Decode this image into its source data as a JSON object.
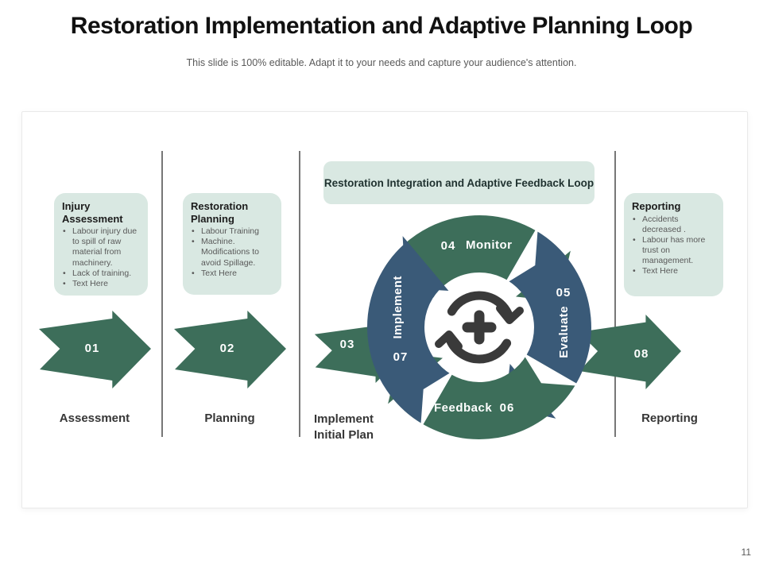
{
  "slide": {
    "title": "Restoration Implementation and Adaptive Planning Loop",
    "subtitle": "This slide is 100% editable. Adapt it to your needs and capture your audience's attention.",
    "page_number": "11"
  },
  "colors": {
    "green": "#3d6e5a",
    "blue": "#3a5a78",
    "mint": "#d9e8e2",
    "icon_dark": "#3a3a3a"
  },
  "boxes": {
    "injury": {
      "title": "Injury Assessment",
      "bullets": [
        "Labour injury due to spill of raw material from machinery.",
        "Lack of training.",
        "Text Here"
      ]
    },
    "planning": {
      "title": "Restoration Planning",
      "bullets": [
        "Labour Training",
        "Machine. Modifications to avoid Spillage.",
        "Text Here"
      ]
    },
    "reporting": {
      "title": "Reporting",
      "bullets": [
        "Accidents decreased .",
        "Labour has more trust on management.",
        "Text Here"
      ]
    }
  },
  "loop": {
    "header": "Restoration Integration and Adaptive Feedback Loop",
    "center_icon": "refresh-plus-icon",
    "steps": [
      {
        "num": "04",
        "label": "Monitor"
      },
      {
        "num": "05",
        "label": "Evaluate"
      },
      {
        "num": "06",
        "label": "Feedback"
      },
      {
        "num": "07",
        "label": "Implement"
      }
    ]
  },
  "arrows": [
    {
      "num": "01",
      "label": "Assessment"
    },
    {
      "num": "02",
      "label": "Planning"
    },
    {
      "num": "03",
      "label": "Implement Initial Plan"
    },
    {
      "num": "08",
      "label": "Reporting"
    }
  ]
}
